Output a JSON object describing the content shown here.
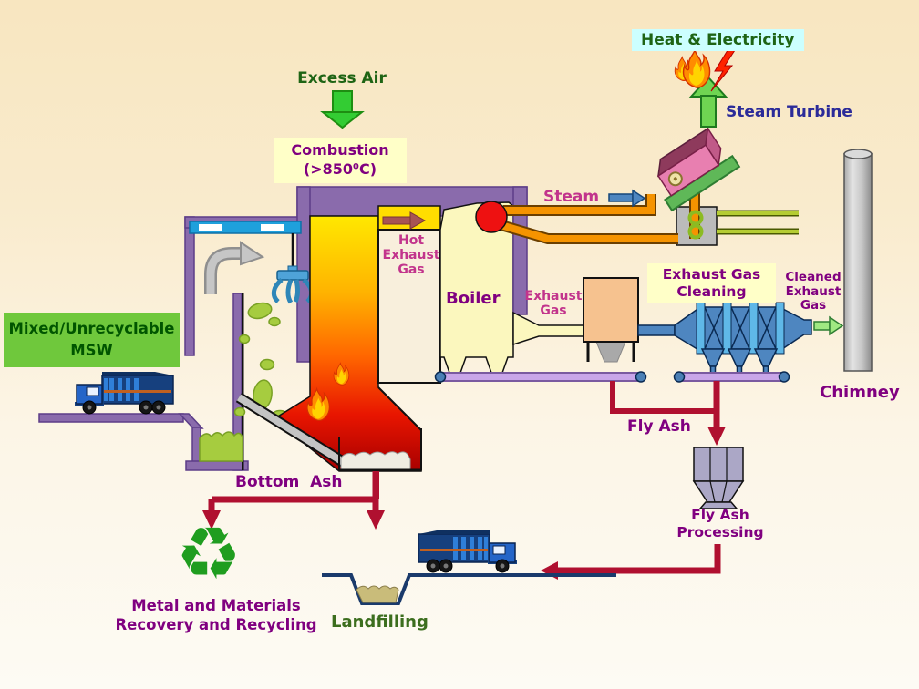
{
  "labels": {
    "excess_air": "Excess Air",
    "combustion": "Combustion\n(>850⁰C)",
    "heat_electricity": "Heat & Electricity",
    "steam_turbine": "Steam Turbine",
    "steam": "Steam",
    "hot_exhaust_gas": "Hot\nExhaust\nGas",
    "boiler": "Boiler",
    "exhaust_gas": "Exhaust\nGas",
    "exhaust_gas_cleaning": "Exhaust Gas\nCleaning",
    "cleaned_exhaust_gas": "Cleaned\nExhaust\nGas",
    "chimney": "Chimney",
    "fly_ash": "Fly Ash",
    "fly_ash_processing": "Fly Ash\nProcessing",
    "bottom_ash": "Bottom  Ash",
    "metal_recovery": "Metal and Materials\nRecovery and Recycling",
    "landfilling": "Landfilling",
    "msw": "Mixed/Unrecyclable\nMSW"
  },
  "icons": {
    "recycle": "♻"
  },
  "colors": {
    "purple_label": "#800080",
    "magenta_label": "#C2348C",
    "dark_green_label": "#1E6414",
    "navy_label": "#2B2B99",
    "label_box_yellow": "#FFFFC8",
    "heat_box_cyan": "#CCFFFF",
    "msw_box_green": "#6FC83C",
    "ash_flow_red": "#B01030",
    "wall_purple": "#8A6BAC",
    "pipe_orange": "#F59300",
    "machine_blue": "#4E86C0",
    "conveyor_lavender": "#C9A6E9",
    "furnace_top_yellow": "#FFE800",
    "furnace_bottom_red": "#A80000"
  }
}
